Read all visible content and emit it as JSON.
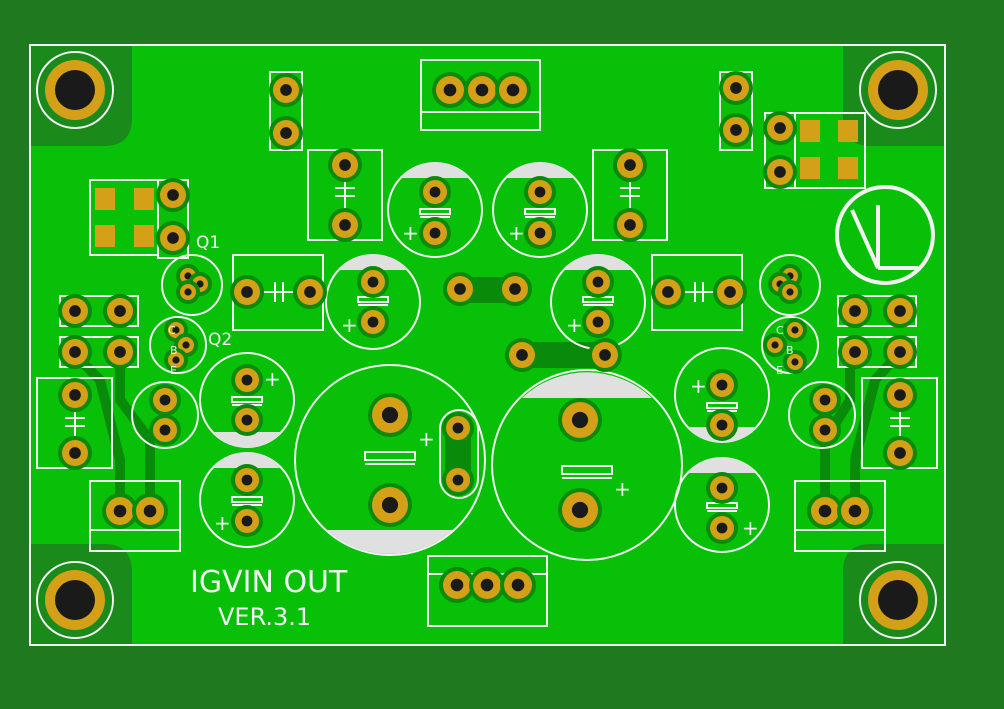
{
  "board": {
    "title": "IGVIN OUT",
    "version": "VER.3.1",
    "logo_letters": "VL",
    "colors": {
      "background": "#1f7a1f",
      "copper": "#07c007",
      "copper_dark": "#0a8a0a",
      "pad": "#d4a017",
      "drill": "#1a1a1a",
      "silkscreen": "#f2f2f2"
    }
  },
  "labels": {
    "q1": "Q1",
    "q2": "Q2",
    "pin_c": "C",
    "pin_b": "B",
    "pin_e": "E",
    "plus": "+"
  }
}
